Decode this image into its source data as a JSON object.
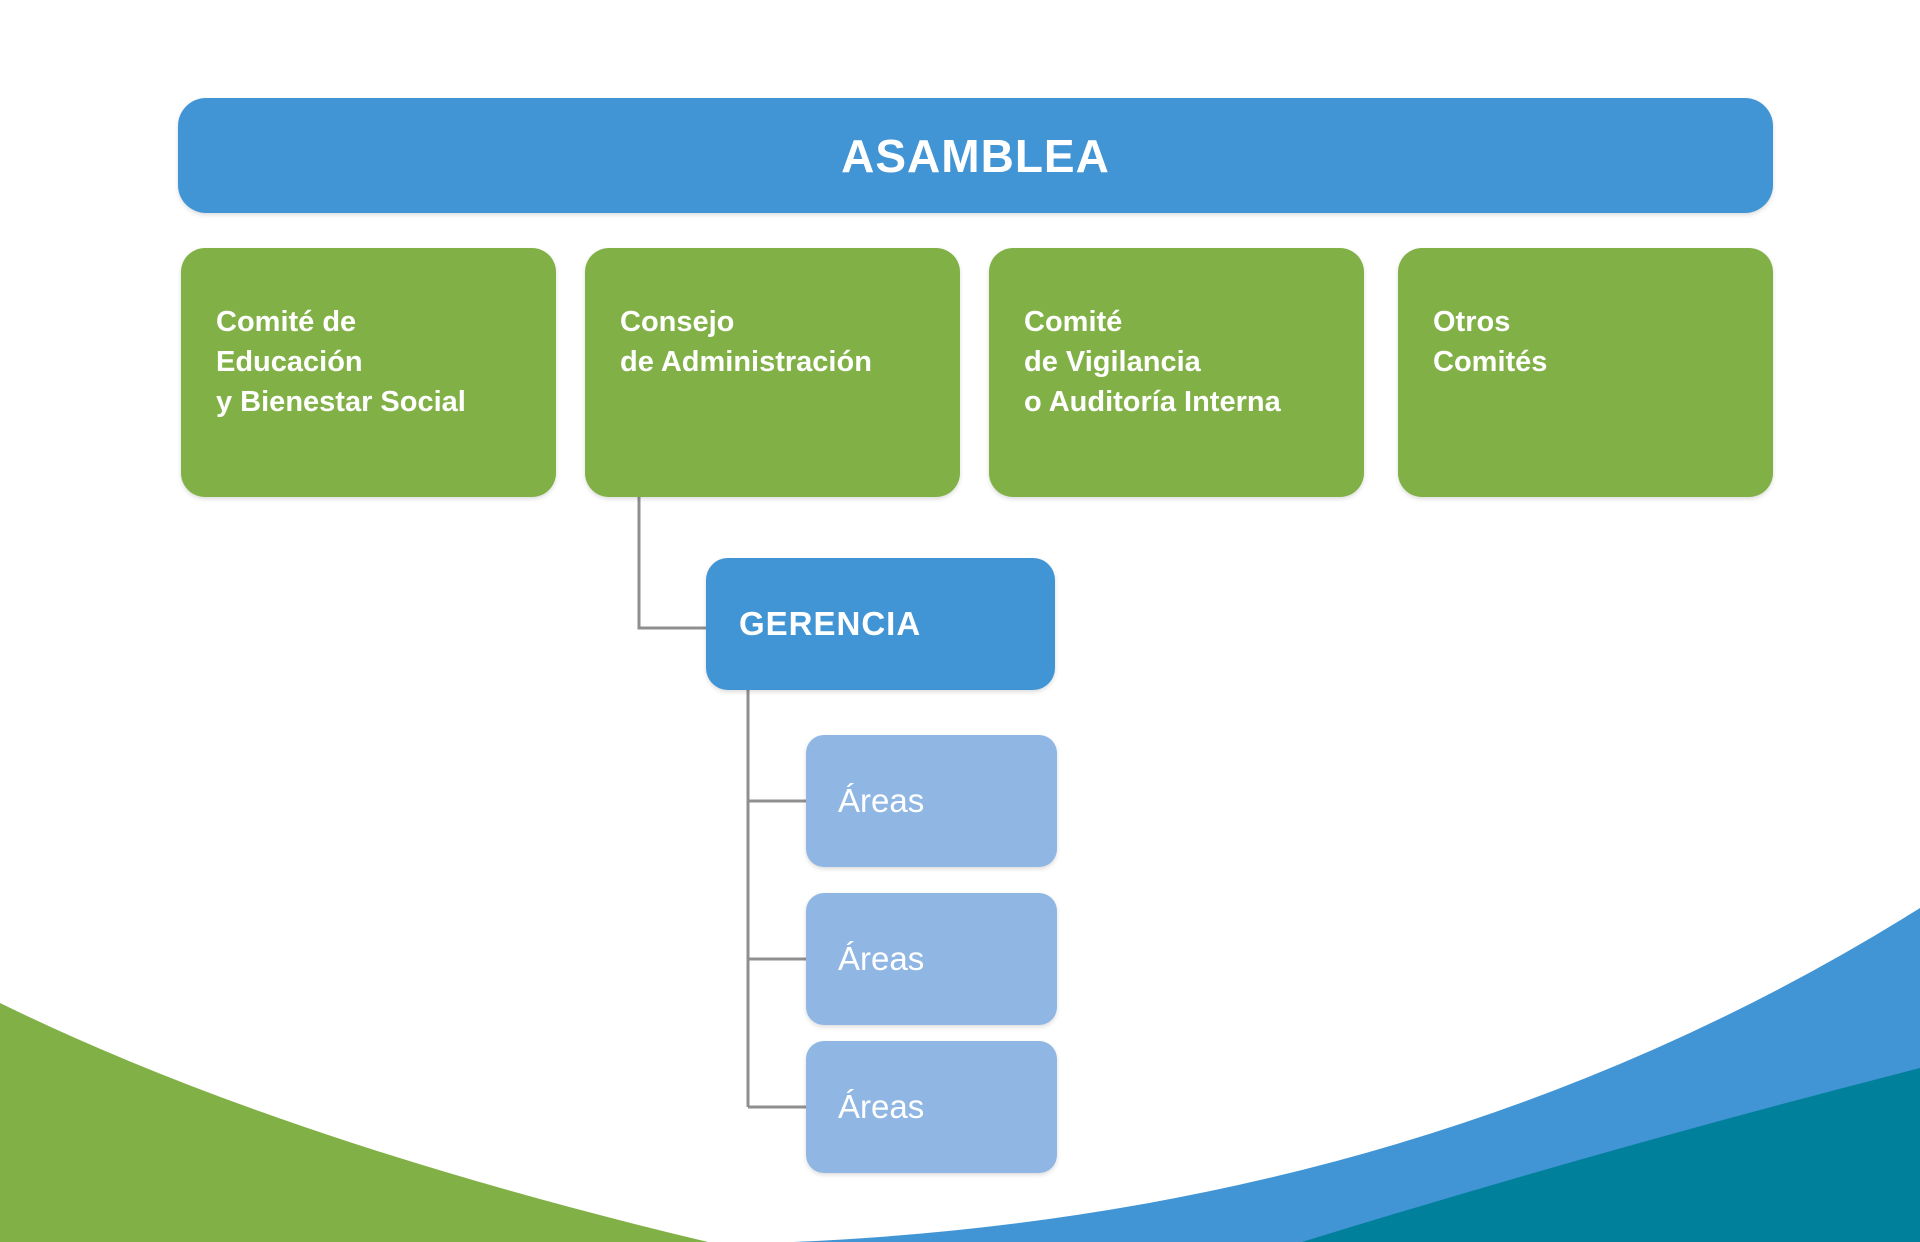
{
  "colors": {
    "primary_blue": "#4295d5",
    "green": "#81b146",
    "light_blue": "#90b7e3",
    "teal": "#00809b",
    "connector_gray": "#8f8f8f",
    "text_white": "#ffffff"
  },
  "org_chart": {
    "assembly": {
      "label": "ASAMBLEA"
    },
    "committees": [
      {
        "id": "comite-educacion",
        "lines": [
          "Comité de",
          "Educación",
          "y Bienestar Social"
        ]
      },
      {
        "id": "consejo-administracion",
        "lines": [
          "Consejo",
          "de Administración"
        ]
      },
      {
        "id": "comite-vigilancia",
        "lines": [
          "Comité",
          "de Vigilancia",
          "o Auditoría Interna"
        ]
      },
      {
        "id": "otros-comites",
        "lines": [
          "Otros",
          "Comités"
        ]
      }
    ],
    "management": {
      "label": "GERENCIA"
    },
    "areas": [
      {
        "label": "Áreas"
      },
      {
        "label": "Áreas"
      },
      {
        "label": "Áreas"
      }
    ]
  }
}
